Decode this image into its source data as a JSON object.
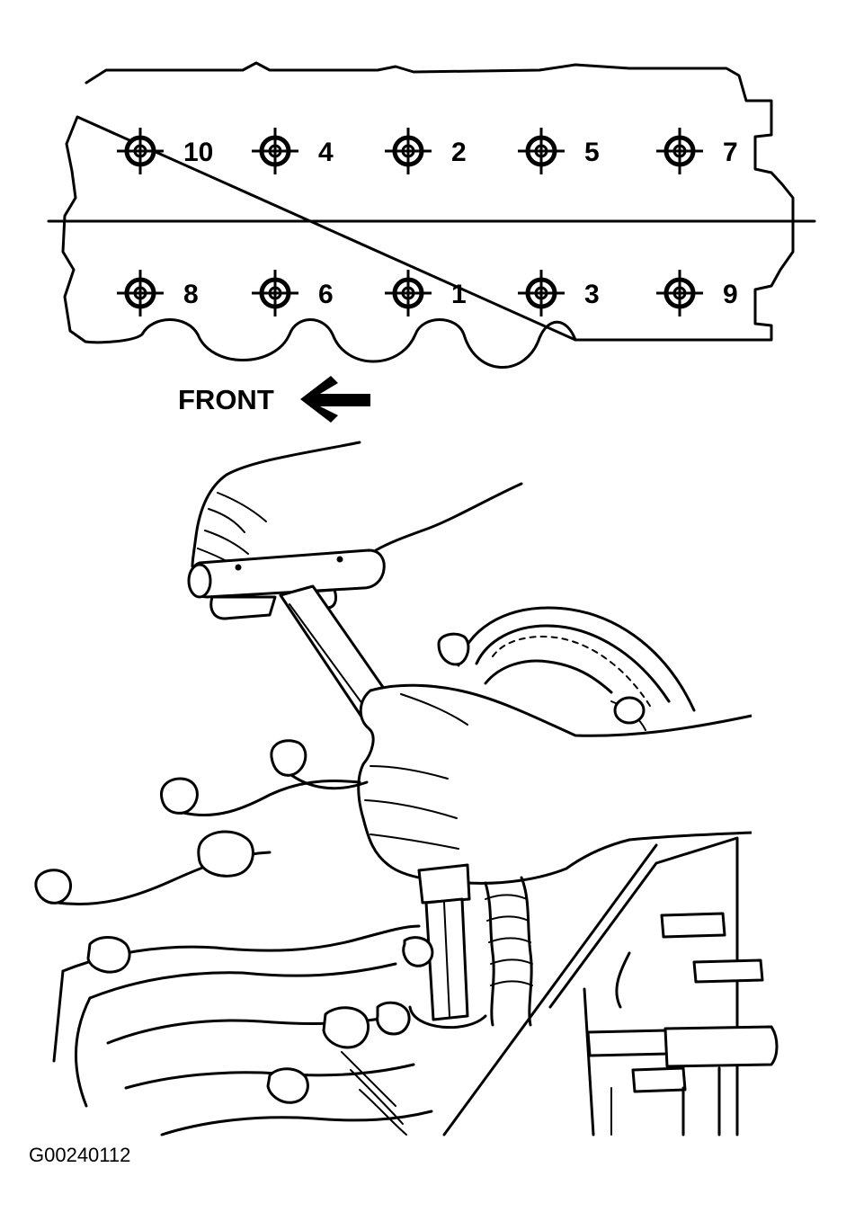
{
  "diagram": {
    "front_label": "FRONT",
    "figure_code": "G00240112",
    "bolts": [
      {
        "row": "upper",
        "label": "10"
      },
      {
        "row": "upper",
        "label": "4"
      },
      {
        "row": "upper",
        "label": "2"
      },
      {
        "row": "upper",
        "label": "5"
      },
      {
        "row": "upper",
        "label": "7"
      },
      {
        "row": "lower",
        "label": "8"
      },
      {
        "row": "lower",
        "label": "6"
      },
      {
        "row": "lower",
        "label": "1"
      },
      {
        "row": "lower",
        "label": "3"
      },
      {
        "row": "lower",
        "label": "9"
      }
    ]
  }
}
